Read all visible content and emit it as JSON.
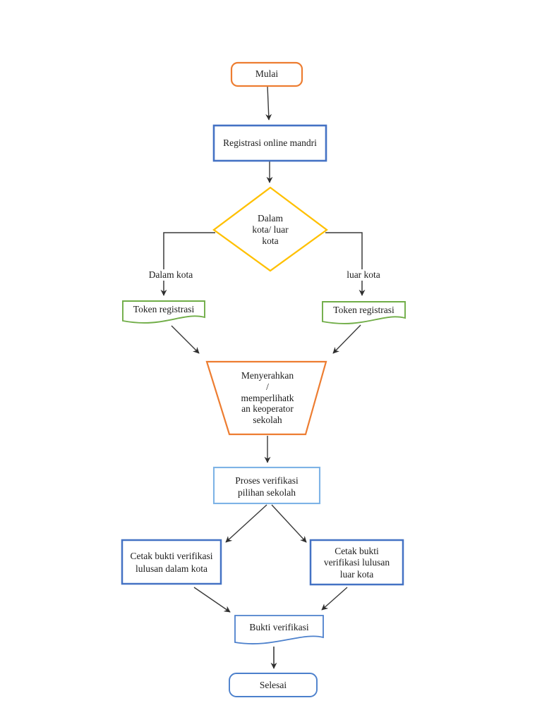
{
  "colors": {
    "orange": "#ED7D31",
    "blue": "#4472C4",
    "light_blue": "#7EB3E6",
    "cornflower": "#4C80CC",
    "yellow": "#FFC000",
    "green": "#70AD47",
    "line": "#3a3a3a"
  },
  "flowchart": {
    "start": {
      "label": "Mulai"
    },
    "registration": {
      "label": "Registrasi online mandri"
    },
    "decision": {
      "line1": "Dalam",
      "line2": "kota/ luar",
      "line3": "kota"
    },
    "branch_left": {
      "label": "Dalam kota"
    },
    "branch_right": {
      "label": "luar kota"
    },
    "token_left": {
      "label": "Token registrasi"
    },
    "token_right": {
      "label": "Token registrasi"
    },
    "submit": {
      "line1": "Menyerahkan",
      "line2": "/",
      "line3": "memperlihatk",
      "line4": "an keoperator",
      "line5": "sekolah"
    },
    "verify": {
      "line1": "Proses verifikasi",
      "line2": "pilihan sekolah"
    },
    "print_left": {
      "line1": "Cetak bukti verifikasi",
      "line2": "lulusan dalam kota"
    },
    "print_right": {
      "line1": "Cetak bukti",
      "line2": "verifikasi lulusan",
      "line3": "luar kota"
    },
    "proof": {
      "label": "Bukti verifikasi"
    },
    "end": {
      "label": "Selesai"
    }
  }
}
